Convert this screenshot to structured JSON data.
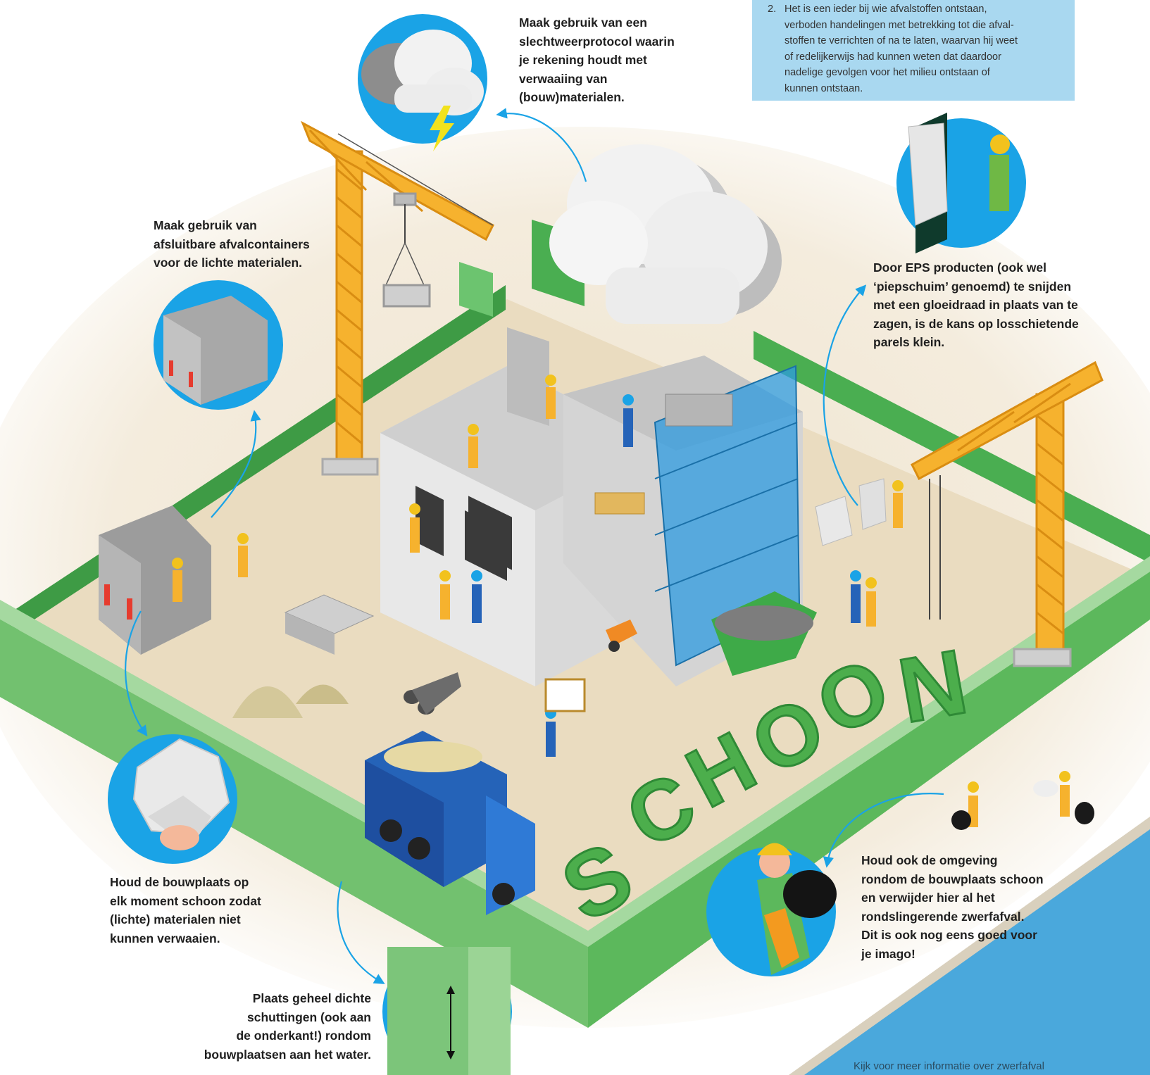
{
  "legal_box": {
    "number": "2.",
    "lines": [
      "Het is een ieder bij wie afvalstoffen ontstaan,",
      "verboden handelingen met betrekking tot die afval-",
      "stoffen te verrichten of na te laten, waarvan hij weet",
      "of  redelijkerwijs had kunnen weten dat daardoor",
      "nadelige gevolgen voor het milieu ontstaan of",
      " kunnen ontstaan."
    ]
  },
  "callouts": {
    "weather": [
      "Maak gebruik van een",
      "slechtweerprotocol waarin",
      "je rekening houdt met",
      "verwaaiing van",
      "(bouw)materialen."
    ],
    "containers": [
      "Maak gebruik van",
      "afsluitbare afvalcontainers",
      "voor de lichte materialen."
    ],
    "eps": [
      "Door EPS producten (ook wel",
      "‘piepschuim’ genoemd) te snijden",
      "met een gloeidraad in plaats van te",
      "zagen, is de kans op losschietende",
      "parels klein."
    ],
    "clean_site": [
      "Houd de bouwplaats op",
      "elk moment schoon zodat",
      "(lichte) materialen niet",
      "kunnen verwaaien."
    ],
    "fences": [
      "Plaats geheel dichte",
      "schuttingen (ook aan",
      "de onderkant!) rondom",
      "bouwplaatsen aan het water."
    ],
    "surroundings": [
      "Houd ook de omgeving",
      "rondom de bouwplaats schoon",
      "en verwijder hier al het",
      "rondslingerende zwerfafval.",
      "Dit is ook nog eens goed voor",
      "je imago!"
    ]
  },
  "site_letters": [
    "S",
    "C",
    "H",
    "O",
    "O",
    "N"
  ],
  "footer_note": "Kijk voor meer informatie over zwerfafval",
  "colors": {
    "fence_green": "#5cb85c",
    "fence_dark": "#3e9b45",
    "crane_yellow": "#f6b22e",
    "water_blue": "#4aa8dc",
    "circle_blue": "#1aa3e6",
    "ground_sand": "#f0e6d2",
    "info_box": "#a9d8f0",
    "truck_blue": "#2563b8"
  },
  "icons": [
    "storm-cloud-icon",
    "waste-container-icon",
    "eps-cutter-icon",
    "crumpled-paper-icon",
    "fence-gap-icon",
    "litter-picker-icon"
  ]
}
